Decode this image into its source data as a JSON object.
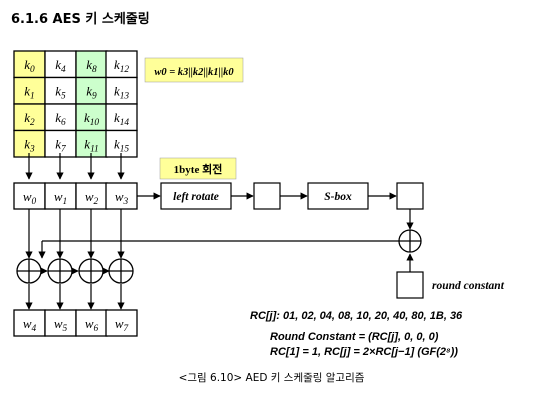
{
  "section_title": "6.1.6 AES 키 스케줄링",
  "key_matrix": [
    [
      {
        "b": "k",
        "s": "0"
      },
      {
        "b": "k",
        "s": "4"
      },
      {
        "b": "k",
        "s": "8"
      },
      {
        "b": "k",
        "s": "12"
      }
    ],
    [
      {
        "b": "k",
        "s": "1"
      },
      {
        "b": "k",
        "s": "5"
      },
      {
        "b": "k",
        "s": "9"
      },
      {
        "b": "k",
        "s": "13"
      }
    ],
    [
      {
        "b": "k",
        "s": "2"
      },
      {
        "b": "k",
        "s": "6"
      },
      {
        "b": "k",
        "s": "10"
      },
      {
        "b": "k",
        "s": "14"
      }
    ],
    [
      {
        "b": "k",
        "s": "3"
      },
      {
        "b": "k",
        "s": "7"
      },
      {
        "b": "k",
        "s": "11"
      },
      {
        "b": "k",
        "s": "15"
      }
    ]
  ],
  "colors": {
    "yellow": "#ffff99",
    "green": "#ccffcc",
    "white": "#ffffff",
    "line": "#000000"
  },
  "w0_formula": "w0 = k3||k2||k1||k0",
  "rotate_note": "1byte 회전",
  "w_row": [
    {
      "b": "w",
      "s": "0"
    },
    {
      "b": "w",
      "s": "1"
    },
    {
      "b": "w",
      "s": "2"
    },
    {
      "b": "w",
      "s": "3"
    }
  ],
  "w_out_row": [
    {
      "b": "w",
      "s": "4"
    },
    {
      "b": "w",
      "s": "5"
    },
    {
      "b": "w",
      "s": "6"
    },
    {
      "b": "w",
      "s": "7"
    }
  ],
  "left_rotate": "left rotate",
  "sbox": "S-box",
  "round_constant": "round constant",
  "rc_values": "RC[j]: 01, 02, 04, 08, 10, 20, 40, 80, 1B, 36",
  "rc_formula": "Round Constant = (RC[j], 0, 0, 0)",
  "rc_rule": "RC[1] = 1, RC[j] = 2×RC[j−1] (GF(2⁸))",
  "caption": "<그림 6.10> AED 키 스케줄링 알고리즘"
}
